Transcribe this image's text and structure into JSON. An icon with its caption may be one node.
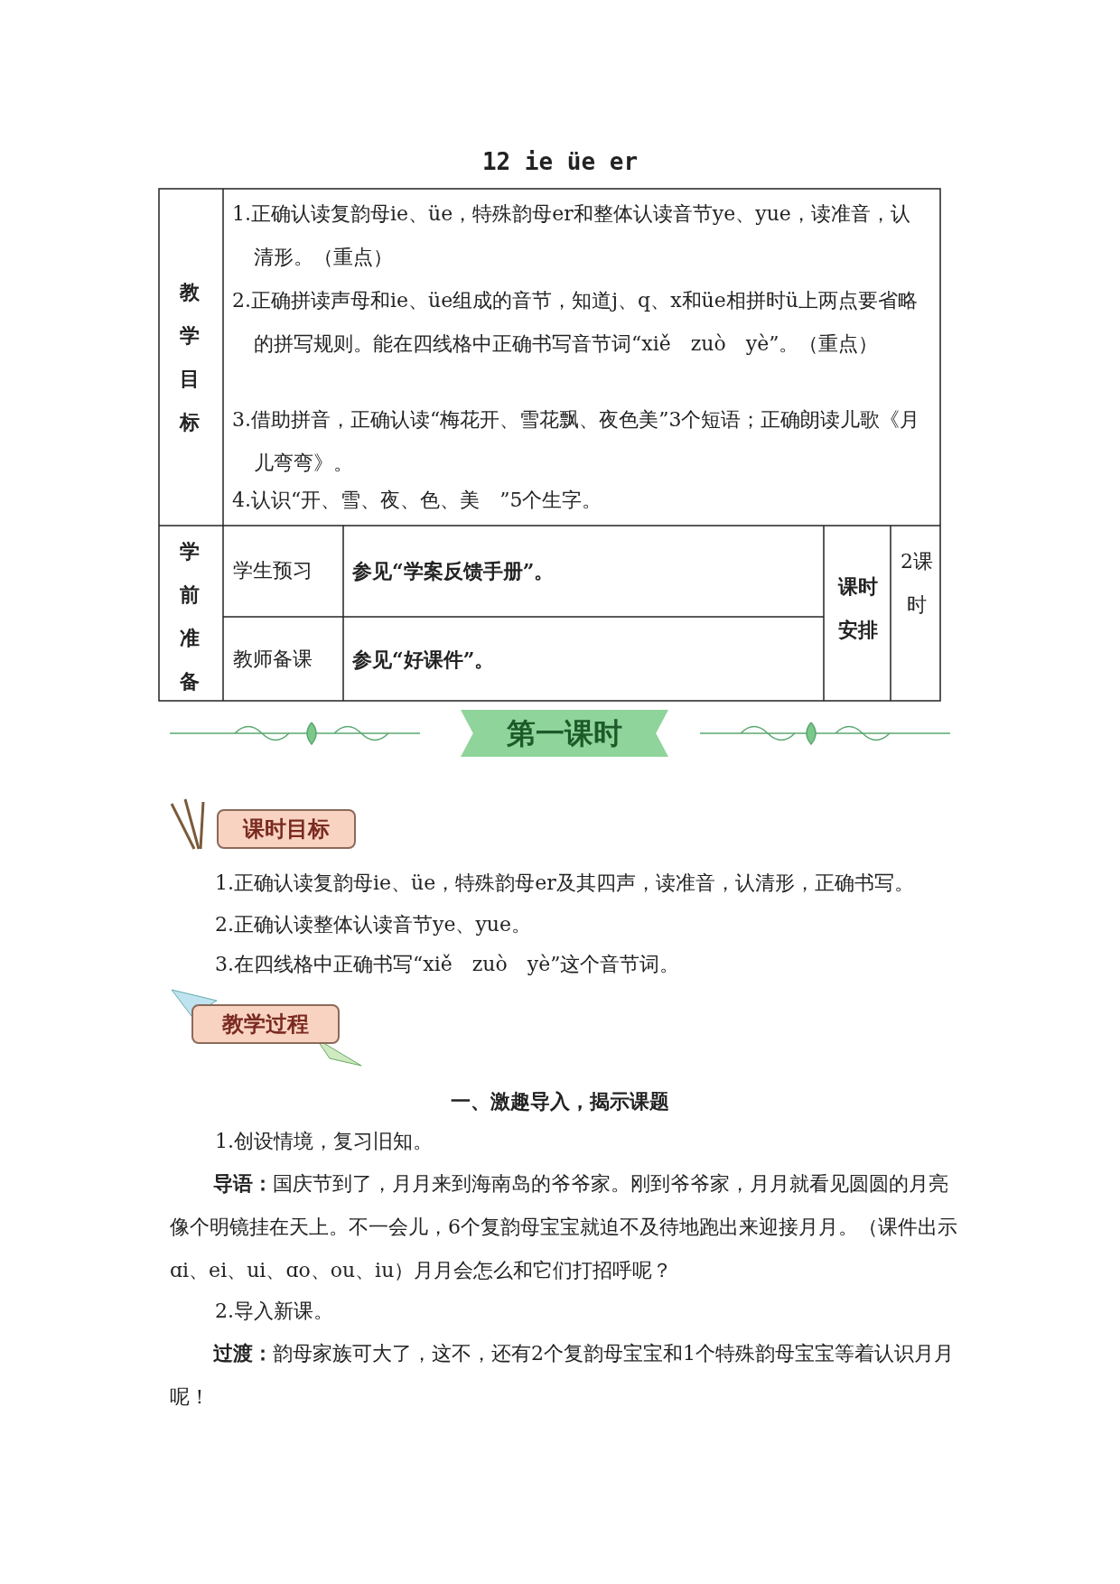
{
  "diagram": {
    "title": "12 ie üe er",
    "labels": [
      "教学目标",
      "1.正确认读复韵母ie、üe，特殊韵母er和整体认读音节ye、yue，读准音，认清形。（重点）",
      "2.正确拼读声母和ie、üe组成的音节，知道j、q、x和üe相拼时ü上两点要省略的拼写规则。能在四线格中正确书写音节词“xiě　zuò　yè”。（重点）",
      "3.借助拼音，正确认读“梅花开、雪花飘、夜色美”3个短语；正确朗读儿歌《月儿弯弯》。",
      "4.认识“开、雪、夜、色、美　”5个生字。",
      "学前准备",
      "学生预习",
      "参见“学案反馈手册”。",
      "课时安排",
      "2课时",
      "教师备课",
      "参见“好课件”。",
      "第一课时",
      "课时目标",
      "1.正确认读复韵母ie、üe，特殊韵母er及其四声，读准音，认清形，正确书写。",
      "2.正确认读整体认读音节ye、yue。",
      "3.在四线格中正确书写“xiě　zuò　yè”这个音节词。",
      "教学过程",
      "一、激趣导入，揭示课题",
      "1.创设情境，复习旧知。",
      "**导语：**国庆节到了，月月来到海南岛的爷爷家。刚到爷爷家，月月就看见圆圆的月亮像个明镜挂在天上。不一会儿，6个复韵母宝宝就迫不及待地跑出来迎接月月。（课件出示ɑi、ei、ui、ɑo、ou、iu）月月会怎么和它们打招呼呢？",
      "2.导入新课。",
      "**过渡：**韵母家族可大了，这不，还有2个复韵母宝宝和1个特殊韵母宝宝等着认识月月呢！"
    ]
  }
}
